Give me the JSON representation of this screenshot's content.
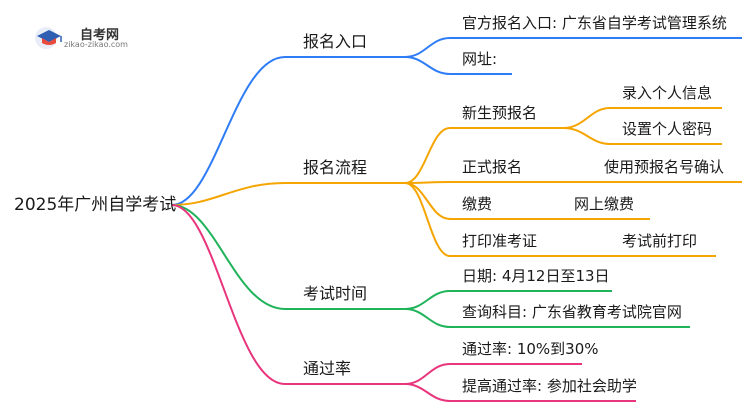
{
  "logo": {
    "brand": "自考网",
    "url": "zikao-zikao.com"
  },
  "root": {
    "label": "2025年广州自学考试"
  },
  "colors": {
    "blue": "#2f7df6",
    "orange": "#f5a500",
    "green": "#1fb35a",
    "pink": "#e8357d"
  },
  "branches": [
    {
      "label": "报名入口",
      "children": [
        {
          "label": "官方报名入口: 广东省自学考试管理系统"
        },
        {
          "label": "网址:"
        }
      ]
    },
    {
      "label": "报名流程",
      "children": [
        {
          "label": "新生预报名",
          "children": [
            {
              "label": "录入个人信息"
            },
            {
              "label": "设置个人密码"
            }
          ]
        },
        {
          "label": "正式报名",
          "children": [
            {
              "label": "使用预报名号确认"
            }
          ]
        },
        {
          "label": "缴费",
          "children": [
            {
              "label": "网上缴费"
            }
          ]
        },
        {
          "label": "打印准考证",
          "children": [
            {
              "label": "考试前打印"
            }
          ]
        }
      ]
    },
    {
      "label": "考试时间",
      "children": [
        {
          "label": "日期: 4月12日至13日"
        },
        {
          "label": "查询科目: 广东省教育考试院官网"
        }
      ]
    },
    {
      "label": "通过率",
      "children": [
        {
          "label": "通过率: 10%到30%"
        },
        {
          "label": "提高通过率: 参加社会助学"
        }
      ]
    }
  ]
}
